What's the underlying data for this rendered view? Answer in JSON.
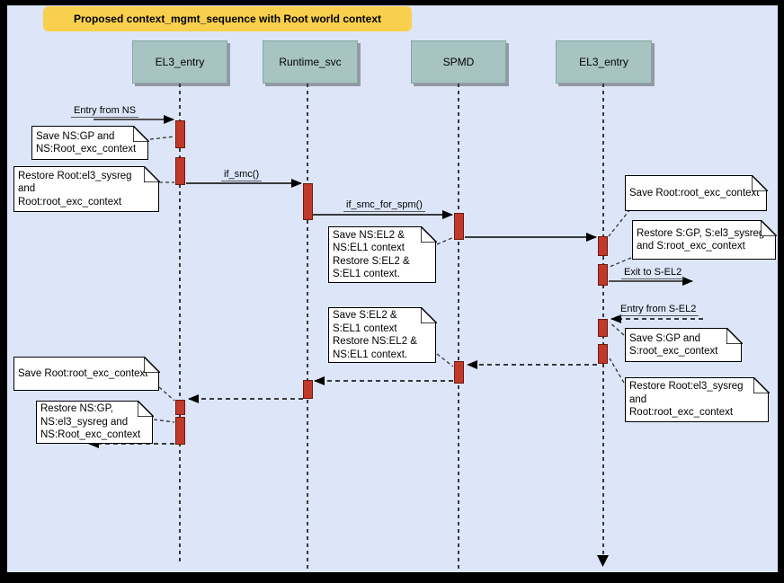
{
  "title": {
    "text": "Proposed context_mgmt_sequence with Root world context"
  },
  "actors": [
    {
      "id": "el3-entry-left",
      "label": "EL3_entry"
    },
    {
      "id": "runtime-svc",
      "label": "Runtime_svc"
    },
    {
      "id": "spmd",
      "label": "SPMD"
    },
    {
      "id": "el3-entry-right",
      "label": "EL3_entry"
    }
  ],
  "messages": [
    {
      "name": "entry-from-ns",
      "label": "Entry from NS",
      "style": "solid",
      "direction": "right"
    },
    {
      "name": "if-smc",
      "label": "if_smc()",
      "style": "solid",
      "direction": "right"
    },
    {
      "name": "if-smc-for-spm",
      "label": "if_smc_for_spm()",
      "style": "solid",
      "direction": "right"
    },
    {
      "name": "spmd-to-el3",
      "label": "",
      "style": "solid",
      "direction": "right"
    },
    {
      "name": "exit-to-s-el2",
      "label": "Exit to S-EL2",
      "style": "solid",
      "direction": "right"
    },
    {
      "name": "entry-from-s-el2",
      "label": "Entry from S-EL2",
      "style": "dashed",
      "direction": "left"
    },
    {
      "name": "return-el3-to-spmd",
      "label": "",
      "style": "dashed",
      "direction": "left"
    },
    {
      "name": "return-spmd-to-runtime",
      "label": "",
      "style": "dashed",
      "direction": "left"
    },
    {
      "name": "return-runtime-to-el3",
      "label": "",
      "style": "dashed",
      "direction": "left"
    },
    {
      "name": "return-el3-to-ns",
      "label": "",
      "style": "dashed",
      "direction": "left"
    }
  ],
  "notes": [
    {
      "name": "save-ns-gp",
      "text": "Save NS:GP and\nNS:Root_exc_context"
    },
    {
      "name": "restore-root-el3",
      "text": "Restore Root:el3_sysreg\nand\nRoot:root_exc_context"
    },
    {
      "name": "save-ns-el2",
      "text": "Save NS:EL2 &\nNS:EL1 context\nRestore S:EL2 &\nS:EL1 context."
    },
    {
      "name": "save-root-exc-right",
      "text": "Save Root:root_exc_context"
    },
    {
      "name": "restore-s-gp",
      "text": "Restore S:GP, S:el3_sysreg\nand S:root_exc_context"
    },
    {
      "name": "save-s-gp",
      "text": "Save S:GP and\nS:root_exc_context"
    },
    {
      "name": "restore-root-el3-right",
      "text": "Restore Root:el3_sysreg\nand\nRoot:root_exc_context"
    },
    {
      "name": "save-s-el2",
      "text": "Save S:EL2 &\nS:EL1 context\nRestore NS:EL2 &\nNS:EL1 context."
    },
    {
      "name": "save-root-exc-left",
      "text": "Save Root:root_exc_context"
    },
    {
      "name": "restore-ns-gp",
      "text": "Restore NS:GP,\nNS:el3_sysreg and\nNS:Root_exc_context"
    }
  ],
  "colors": {
    "canvas_bg": "#dde6f9",
    "frame": "#000000",
    "title_bg": "#f8d04d",
    "actor_fill": "#a7c4c2",
    "actor_border": "#85a6a3",
    "activation_fill": "#c1392b",
    "activation_border": "#70190e",
    "note_bg": "#ffffff",
    "line": "#000000",
    "gray_line": "#4f4f4f"
  }
}
